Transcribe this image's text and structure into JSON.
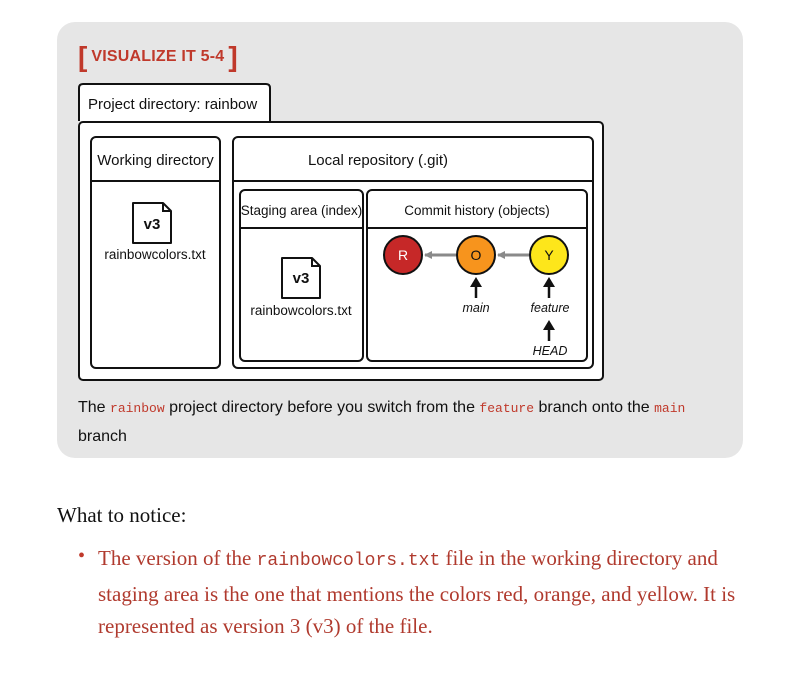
{
  "figure": {
    "label": "VISUALIZE IT 5-4",
    "bracket_open": "[",
    "bracket_close": "]",
    "project_tab": "Project directory: rainbow",
    "working_directory": {
      "title": "Working directory",
      "file_version": "v3",
      "file_name": "rainbowcolors.txt"
    },
    "local_repository": {
      "title": "Local repository (.git)",
      "staging": {
        "title": "Staging area (index)",
        "file_version": "v3",
        "file_name": "rainbowcolors.txt"
      },
      "commit_history": {
        "title": "Commit history (objects)",
        "commits": [
          {
            "letter": "R",
            "color": "#c62828",
            "text_color": "#ffffff"
          },
          {
            "letter": "O",
            "color": "#f7941d",
            "text_color": "#111111"
          },
          {
            "letter": "Y",
            "color": "#fde61b",
            "text_color": "#111111"
          }
        ],
        "labels": {
          "main": "main",
          "feature": "feature",
          "head": "HEAD"
        }
      }
    }
  },
  "caption": {
    "part1": "The ",
    "code1": "rainbow",
    "part2": " project directory before you switch from the ",
    "code2": "feature",
    "part3": " branch onto the ",
    "code3": "main",
    "part4": " branch"
  },
  "notice": {
    "heading": "What to notice:",
    "bullet_symbol": "•",
    "bullet": {
      "part1": "The version of the ",
      "code": "rainbowcolors.txt",
      "part2": " file in the working directory and staging area is the one that mentions the colors red, orange, and yellow. It is represented as version 3 (v3) of the file."
    }
  },
  "colors": {
    "accent": "#c0392b",
    "card_background": "#e6e6e6"
  }
}
